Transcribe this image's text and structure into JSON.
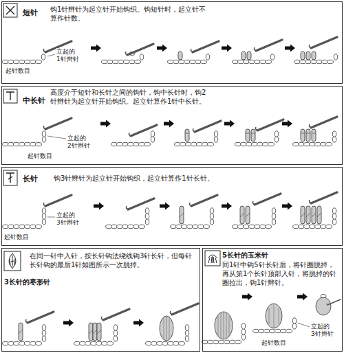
{
  "diagram": {
    "nodes": [
      {
        "text": [
          "短针",
          "钩1针辫针为起立针开始钩织。钩短针时，起立针不算作针数。"
        ]
      },
      {
        "text": [
          "中长针",
          "高度介于短针和长针之间的钩针，钩中长针时，钩2针辫针为起立针开始钩织。起立针算作1针中长针。"
        ]
      },
      {
        "text": [
          "长针",
          "钩3针辫针为起立针开始钩织，起立针算作1针长针。"
        ]
      },
      {
        "text": [
          "在同一针中入针，按长针钩法绕线钩3针长针，但每针长针钩的最后1针如图所示一次脱掉。",
          "3长针的枣形针"
        ]
      },
      {
        "text": [
          "5长针的玉米针",
          "同1针中钩5针长针后，将针圈脱掉，再从第1个长针顶部入针，将脱掉的针圈拉出，钩1针辫针。"
        ]
      }
    ],
    "labels": [
      "立起的 1针辫针",
      "起针数目",
      "立起的 2针辫针",
      "起针数目",
      "立起的 3针辫针",
      "起针数目",
      "立起的 3针辫针",
      "起针数目"
    ]
  }
}
